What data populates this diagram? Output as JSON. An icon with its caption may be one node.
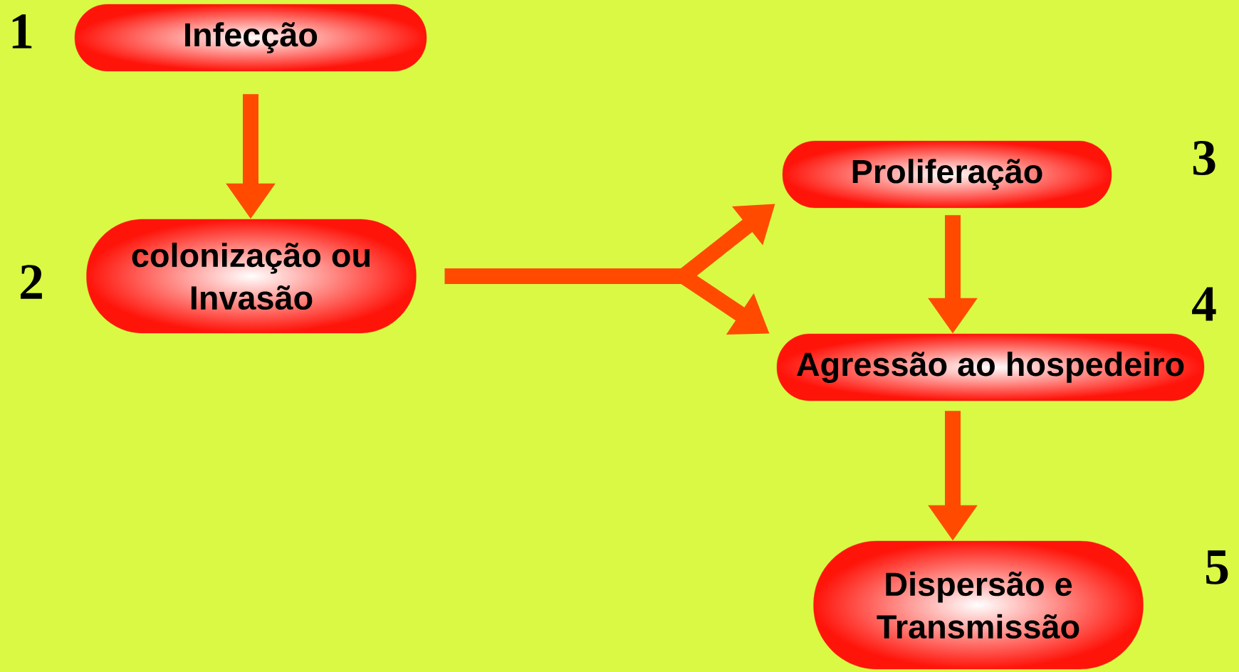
{
  "diagram": {
    "nodes": [
      {
        "text": [
          "Infecção"
        ],
        "beside": [
          "1"
        ]
      },
      {
        "text": [
          "colonização ou Invasão"
        ],
        "beside": [
          "2"
        ]
      },
      {
        "text": [
          "Proliferação"
        ],
        "beside": [
          "3"
        ]
      },
      {
        "text": [
          "Agressão ao hospedeiro"
        ],
        "beside": [
          "4"
        ]
      },
      {
        "text": [
          "Dispersão e Transmissão"
        ],
        "beside": [
          "5"
        ]
      }
    ],
    "edges": [
      {
        "from": 0,
        "to": 1,
        "arrow": "to"
      },
      {
        "from": 1,
        "to": 2,
        "arrow": "to"
      },
      {
        "from": 1,
        "to": 3,
        "arrow": "to"
      },
      {
        "from": 2,
        "to": 3,
        "arrow": "to"
      },
      {
        "from": 3,
        "to": 4,
        "arrow": "to"
      }
    ]
  }
}
